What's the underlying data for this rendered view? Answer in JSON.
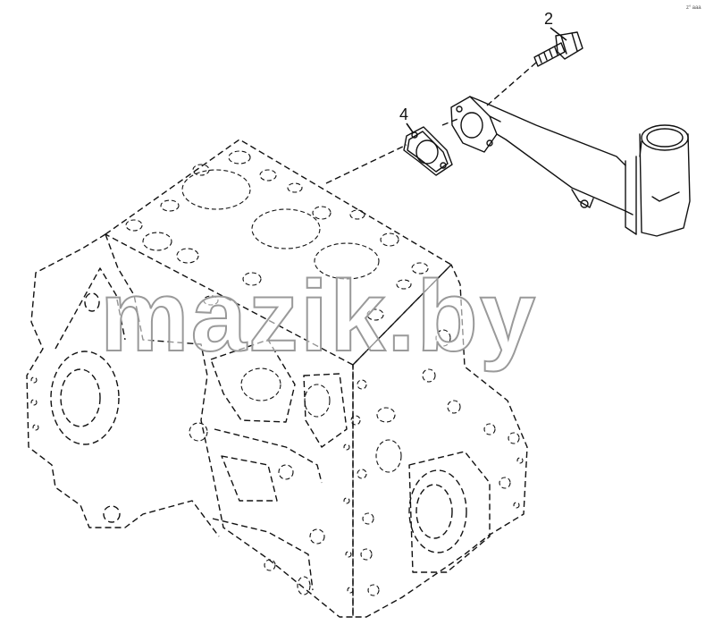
{
  "diagram": {
    "callouts": [
      {
        "label": "2",
        "part": "bolt"
      },
      {
        "label": "4",
        "part": "gasket"
      }
    ],
    "watermark": "mazik.by",
    "corner_mark": "z° aaa"
  }
}
